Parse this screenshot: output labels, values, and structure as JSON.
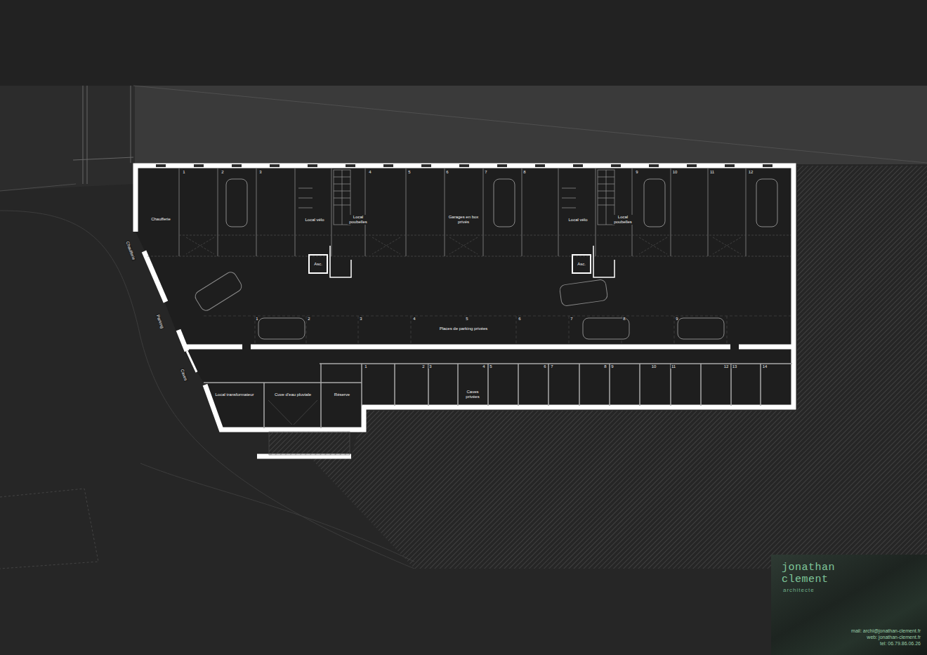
{
  "diagram": {
    "nodes": [
      {
        "text": [
          "Chaufferie"
        ]
      },
      {
        "text": [
          "Local vélo"
        ]
      },
      {
        "text": [
          "Local poubelles"
        ]
      },
      {
        "text": [
          "Asc."
        ]
      },
      {
        "text": [
          "Garages en box privés"
        ]
      },
      {
        "text": [
          "Local vélo"
        ]
      },
      {
        "text": [
          "Local poubelles"
        ]
      },
      {
        "text": [
          "Asc."
        ]
      },
      {
        "text": [
          "Places de parking privées"
        ]
      },
      {
        "text": [
          "Local transformateur"
        ]
      },
      {
        "text": [
          "Cuve d'eau pluviale"
        ]
      },
      {
        "text": [
          "Réserve"
        ]
      },
      {
        "text": [
          "Caves privées"
        ]
      },
      {
        "text": [
          "jonathan clement",
          "architecte",
          "mail: archi@jonathan-clement.fr",
          "web: jonathan-clement.fr",
          "tel: 06.79.86.06.26"
        ]
      }
    ],
    "edges": [],
    "labels": [
      "Chaufferie",
      "Parking",
      "Caves",
      "1",
      "2",
      "3",
      "4",
      "5",
      "6",
      "7",
      "8",
      "9",
      "10",
      "11",
      "12",
      "1",
      "2",
      "3",
      "4",
      "5",
      "6",
      "7",
      "8",
      "9",
      "1",
      "2",
      "3",
      "4",
      "5",
      "6",
      "7",
      "8",
      "9",
      "10",
      "11",
      "12",
      "13",
      "14"
    ]
  }
}
